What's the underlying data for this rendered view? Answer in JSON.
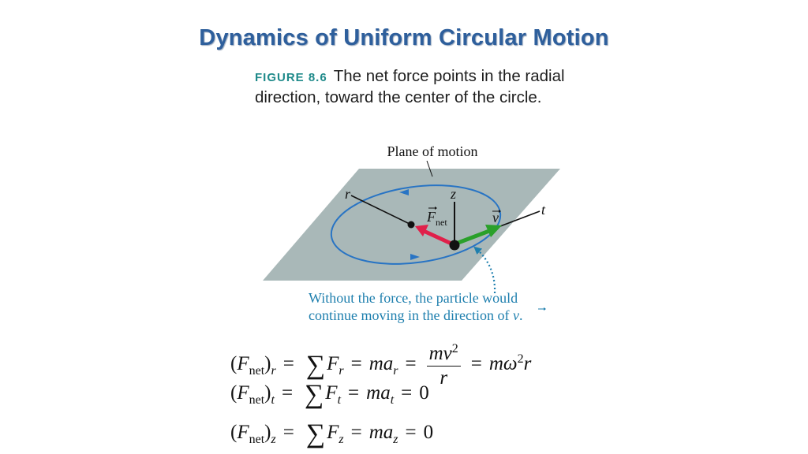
{
  "title": "Dynamics of Uniform Circular Motion",
  "caption": {
    "label": "FIGURE 8.6",
    "text": "The net force points in the radial direction, toward the center of the circle."
  },
  "figure": {
    "plane_label": "Plane of motion",
    "axis_r": "r",
    "axis_z": "z",
    "axis_t": "t",
    "force_label": "F",
    "force_sub": "net",
    "velocity_label": "v",
    "note_line1": "Without the force, the particle would",
    "note_line2_prefix": "continue moving in the direction of ",
    "note_line2_symbol": "v",
    "note_line2_suffix": ".",
    "colors": {
      "plane": "#a9b8b8",
      "orbit": "#2874c4",
      "force": "#e0204a",
      "velocity": "#2aa02a",
      "note": "#1e7fae"
    }
  },
  "equations": [
    {
      "lhs_open": "(",
      "lhs_var": "F",
      "lhs_sub": "net",
      "lhs_close": ")",
      "lhs_outer_sub": "r",
      "eq1": "=",
      "sigma": "∑",
      "force_var": "F",
      "force_sub": "r",
      "eq2": "=",
      "ma": "ma",
      "a_sub": "r",
      "eq3": "=",
      "frac_num": "mv",
      "frac_num_sup": "2",
      "frac_den": "r",
      "eq4": "=",
      "tail": "mω",
      "tail_sup": "2",
      "tail_end": "r"
    },
    {
      "lhs_open": "(",
      "lhs_var": "F",
      "lhs_sub": "net",
      "lhs_close": ")",
      "lhs_outer_sub": "t",
      "eq1": "=",
      "sigma": "∑",
      "force_var": "F",
      "force_sub": "t",
      "eq2": "=",
      "ma": "ma",
      "a_sub": "t",
      "eq3": "=",
      "result": "0"
    },
    {
      "lhs_open": "(",
      "lhs_var": "F",
      "lhs_sub": "net",
      "lhs_close": ")",
      "lhs_outer_sub": "z",
      "eq1": "=",
      "sigma": "∑",
      "force_var": "F",
      "force_sub": "z",
      "eq2": "=",
      "ma": "ma",
      "a_sub": "z",
      "eq3": "=",
      "result": "0"
    }
  ]
}
